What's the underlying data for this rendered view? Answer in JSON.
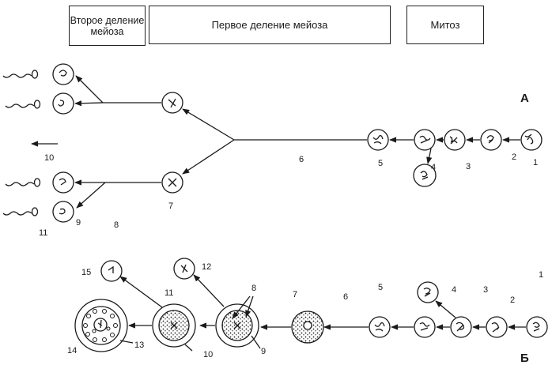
{
  "headers": {
    "second_division": "Второе деление мейоза",
    "first_division": "Первое деление мейоза",
    "mitosis": "Митоз"
  },
  "panel_a": {
    "letter": "А",
    "labels": [
      "1",
      "2",
      "3",
      "4",
      "5",
      "6",
      "7",
      "8",
      "9",
      "10",
      "11"
    ]
  },
  "panel_b": {
    "letter": "Б",
    "labels": [
      "1",
      "2",
      "3",
      "4",
      "5",
      "6",
      "7",
      "8",
      "9",
      "10",
      "11",
      "12",
      "13",
      "14",
      "15"
    ]
  },
  "colors": {
    "ink": "#1a1a1a",
    "paper": "#ffffff"
  }
}
